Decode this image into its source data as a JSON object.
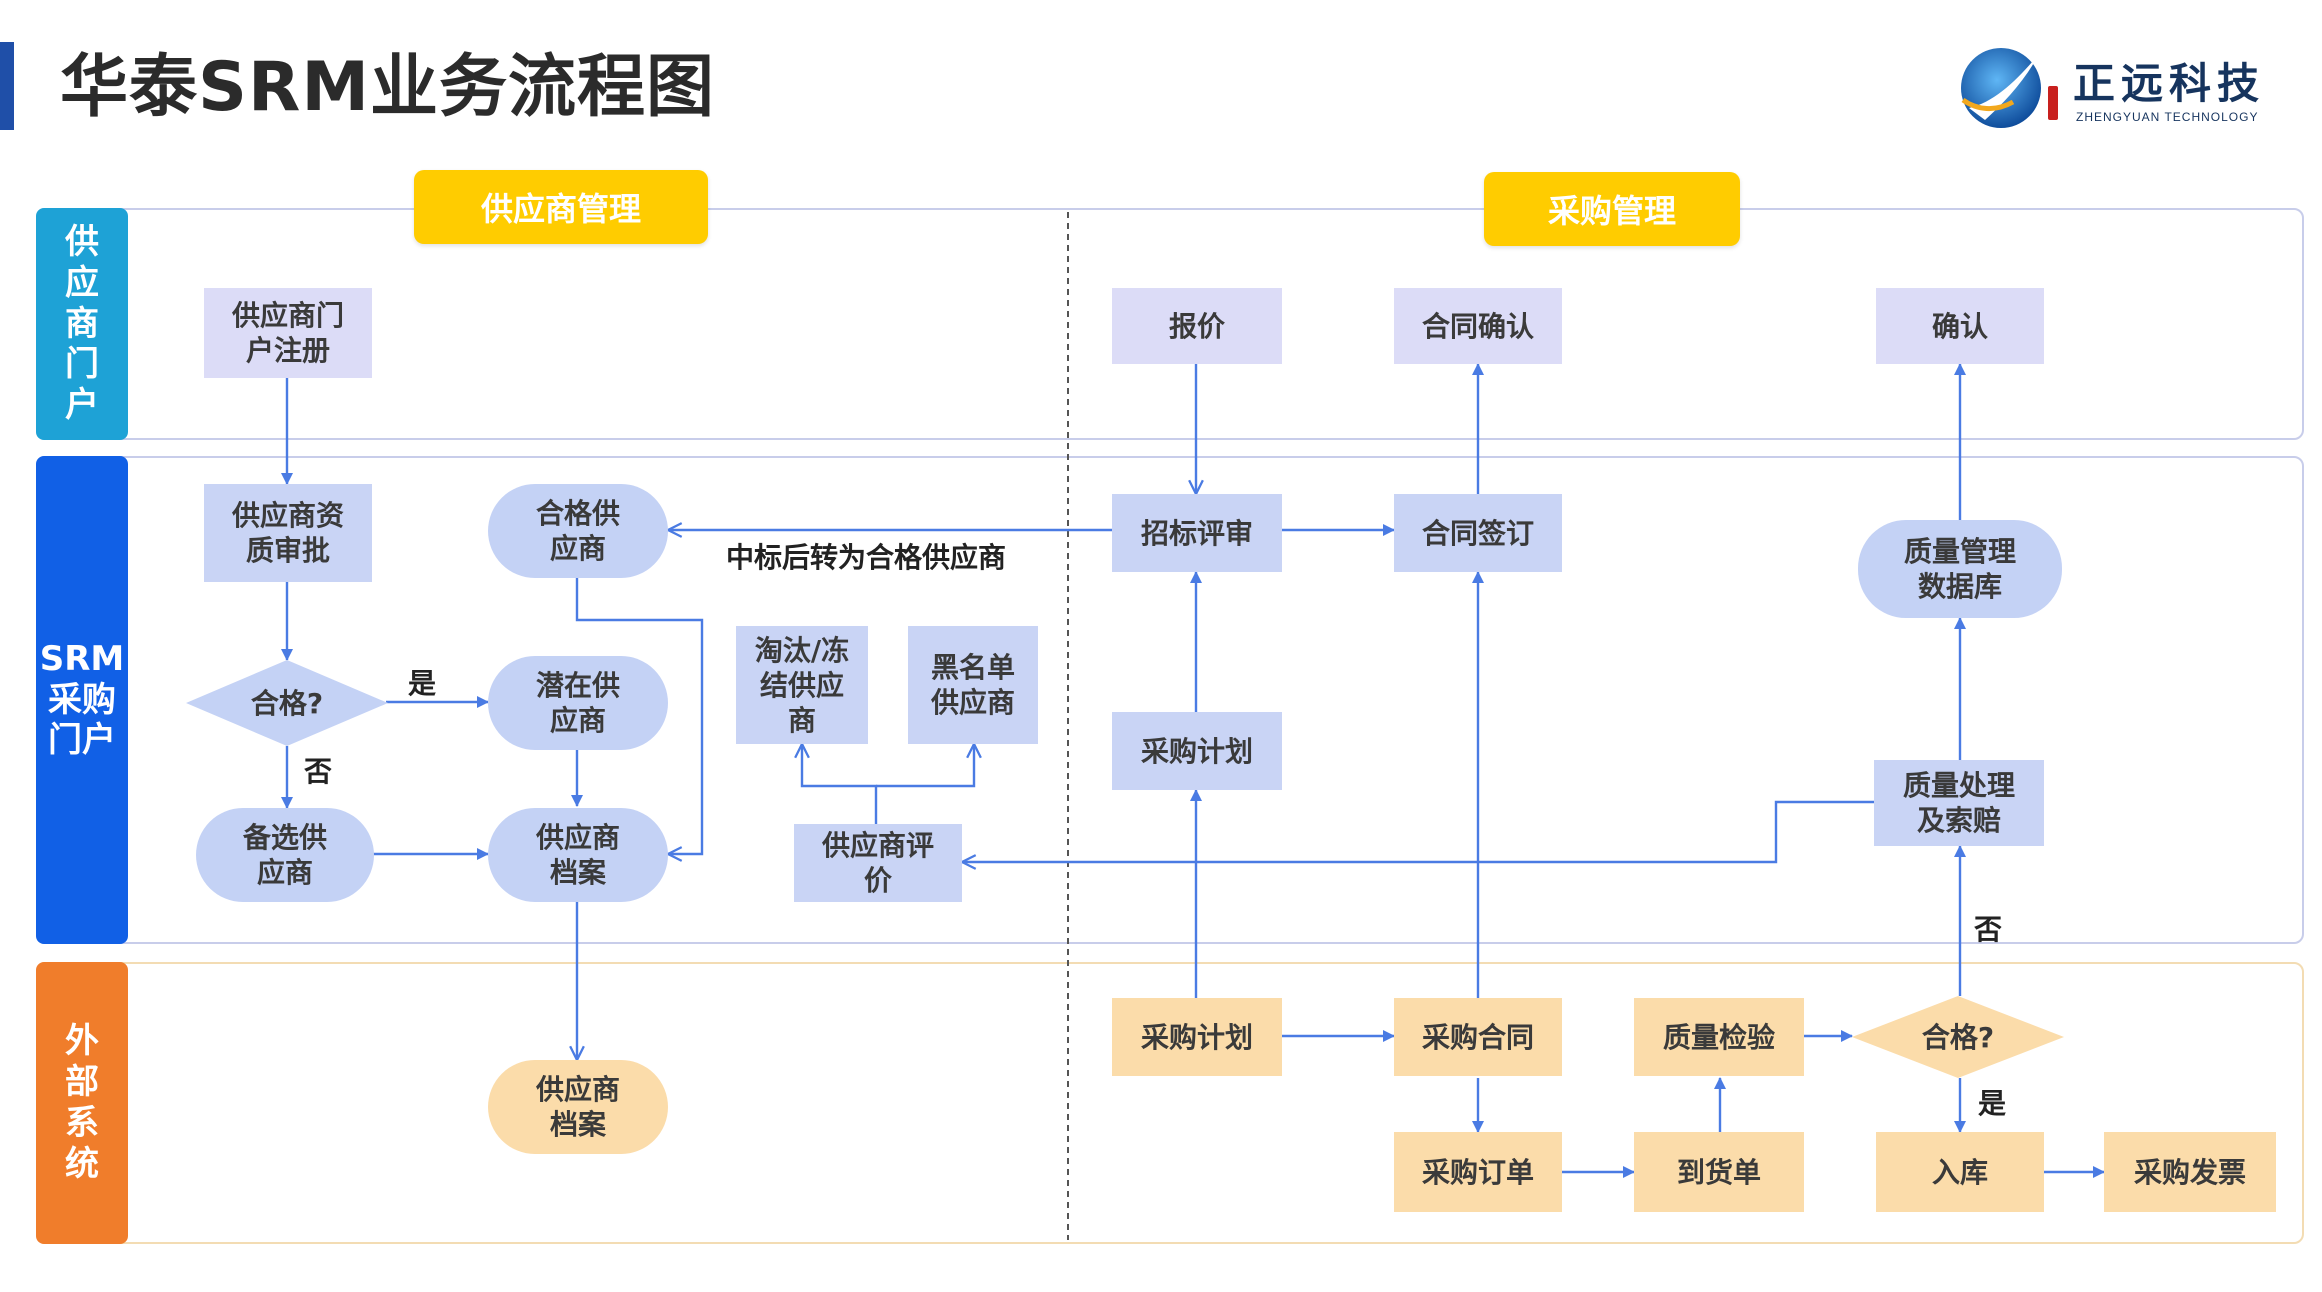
{
  "page": {
    "title": "华泰SRM业务流程图"
  },
  "logo": {
    "name": "正远科技",
    "subtitle": "ZHENGYUAN TECHNOLOGY"
  },
  "sections": {
    "supplier_mgmt": "供应商管理",
    "purchase_mgmt": "采购管理"
  },
  "lanes": {
    "portal": "供应商门户",
    "srm": "SRM采购门户",
    "external": "外部系统"
  },
  "nodes": {
    "supplier_register": "供应商门户注册",
    "quote": "报价",
    "contract_confirm": "合同确认",
    "confirm": "确认",
    "qualification_review": "供应商资质审批",
    "qualified_supplier": "合格供应商",
    "bid_evaluation": "招标评审",
    "contract_sign": "合同签订",
    "quality_database": "质量管理数据库",
    "qualified_check_srm": "合格?",
    "potential_supplier": "潜在供应商",
    "eliminated_supplier": "淘汰/冻结供应商",
    "blacklist_supplier": "黑名单供应商",
    "purchase_plan_srm": "采购计划",
    "quality_claim": "质量处理及索赔",
    "backup_supplier": "备选供应商",
    "supplier_archive_srm": "供应商档案",
    "supplier_evaluation": "供应商评价",
    "supplier_archive_ext": "供应商档案",
    "purchase_plan_ext": "采购计划",
    "purchase_contract": "采购合同",
    "quality_inspection": "质量检验",
    "qualified_check_ext": "合格?",
    "purchase_order": "采购订单",
    "arrival_note": "到货单",
    "warehouse_in": "入库",
    "purchase_invoice": "采购发票"
  },
  "edge_labels": {
    "yes_srm": "是",
    "no_srm": "否",
    "bid_to_qualified": "中标后转为合格供应商",
    "no_ext": "否",
    "yes_ext": "是"
  },
  "colors": {
    "title_bar": "#1f4fa8",
    "lane_portal": "#1ea2d6",
    "lane_srm": "#1160e6",
    "lane_external": "#f07d2b",
    "section_tag": "#ffcc00",
    "arrow": "#4a7be3",
    "divider": "#555555"
  }
}
